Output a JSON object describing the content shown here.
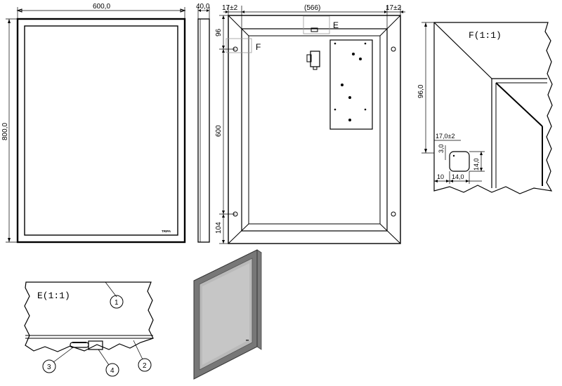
{
  "front_view": {
    "width_dim": "600,0",
    "height_dim": "800,0",
    "logo_text": "TRIPA"
  },
  "side_view": {
    "depth_dim": "40,0"
  },
  "back_view": {
    "left_edge_dim": "17±2",
    "top_span_dim": "(566)",
    "right_edge_dim": "17±2",
    "top_offset_dim": "96",
    "hanger_span_dim": "600",
    "bottom_offset_dim": "104",
    "detail_e_label": "E",
    "detail_f_label": "F"
  },
  "detail_f": {
    "title": "F(1:1)",
    "height_dim": "96,0",
    "edge_dim": "17,0±2",
    "slot_top_dim": "3,0",
    "slot_height_dim": "14,0",
    "slot_left_dim": "10",
    "slot_width_dim": "14,0"
  },
  "detail_e": {
    "title": "E(1:1)",
    "callouts": [
      "1",
      "2",
      "3",
      "4"
    ]
  }
}
